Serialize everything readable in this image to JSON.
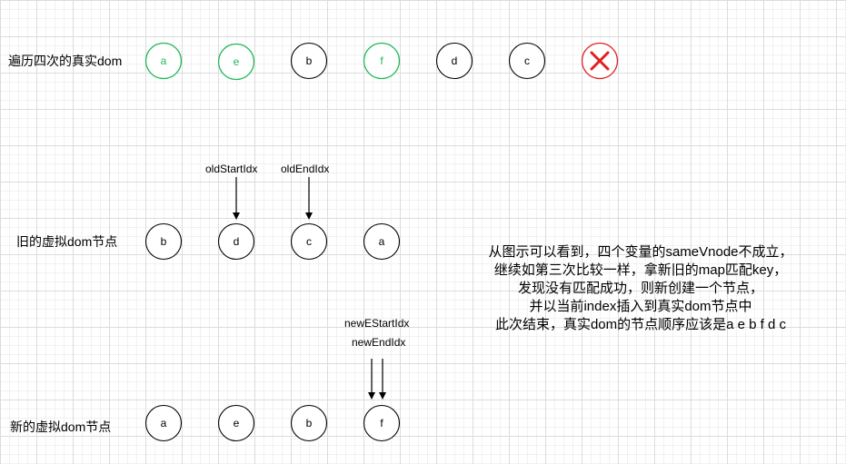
{
  "colors": {
    "matched": "#1db954",
    "unmatched": "#000000",
    "removed": "#e02020"
  },
  "rows": {
    "real_dom": {
      "label": "遍历四次的真实dom",
      "nodes": [
        "a",
        "e",
        "b",
        "f",
        "d",
        "c"
      ],
      "removed_icon": "close-icon"
    },
    "old_vdom": {
      "label": "旧的虚拟dom节点",
      "nodes": [
        "b",
        "d",
        "c",
        "a"
      ],
      "pointers": {
        "start": "oldStartIdx",
        "end": "oldEndIdx"
      }
    },
    "new_vdom": {
      "label": "新的虚拟dom节点",
      "nodes": [
        "a",
        "e",
        "b",
        "f"
      ],
      "pointers": {
        "start": "newEStartIdx",
        "end": "newEndIdx"
      }
    }
  },
  "note": {
    "lines": [
      "从图示可以看到，四个变量的sameVnode不成立，",
      "继续如第三次比较一样，拿新旧的map匹配key，",
      "发现没有匹配成功，则新创建一个节点，",
      "并以当前index插入到真实dom节点中",
      "此次结束，真实dom的节点顺序应该是a e b f d c"
    ]
  }
}
